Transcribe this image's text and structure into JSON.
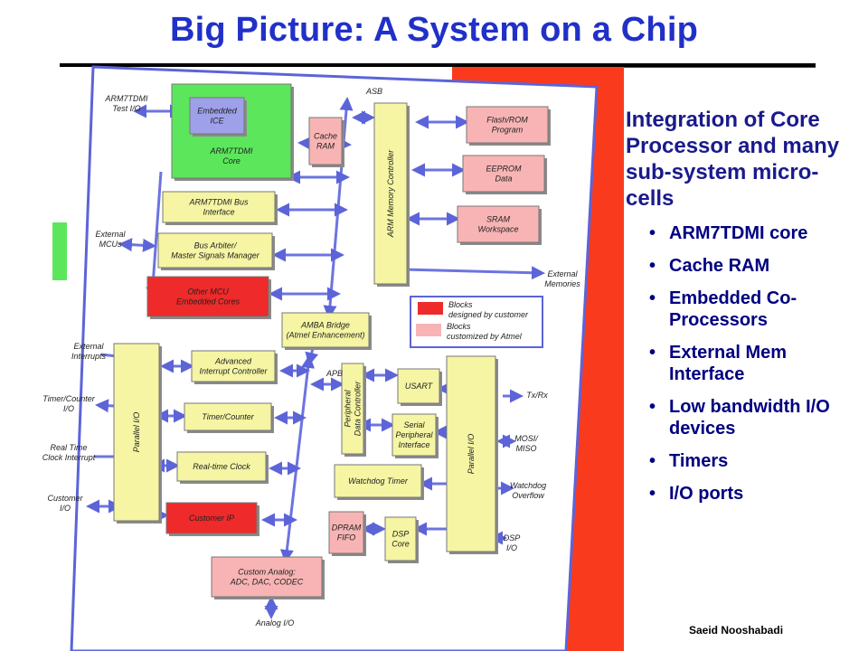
{
  "title": "Big Picture: A System on a Chip",
  "colors": {
    "title": "#2130c8",
    "customer_area": "#fa3a1c",
    "core_green": "#5ce65c",
    "yellow_block": "#f5f5a4",
    "red_block": "#ee2a2a",
    "pink_block": "#f8b4b4",
    "bus_arrow": "#6c74e0",
    "text_heading": "#1a1a8c"
  },
  "diagram": {
    "blocks": {
      "embedded_ice": [
        "Embedded",
        "ICE"
      ],
      "arm7tdmi_core": [
        "ARM7TDMI",
        "Core"
      ],
      "cache_ram": [
        "Cache",
        "RAM"
      ],
      "bus_interface": [
        "ARM7TDMI Bus",
        "Interface"
      ],
      "bus_arbiter": [
        "Bus Arbiter/",
        "Master Signals Manager"
      ],
      "other_mcu": [
        "Other MCU",
        "Embedded Cores"
      ],
      "memory_controller": "ARM Memory Controller",
      "flash_rom": [
        "Flash/ROM",
        "Program"
      ],
      "eeprom": [
        "EEPROM",
        "Data"
      ],
      "sram": [
        "SRAM",
        "Workspace"
      ],
      "amba_bridge": [
        "AMBA Bridge",
        "(Atmel Enhancement)"
      ],
      "interrupt_ctrl": [
        "Advanced",
        "Interrupt Controller"
      ],
      "timer_counter": "Timer/Counter",
      "rtc": "Real-time Clock",
      "customer_ip": "Customer IP",
      "custom_analog": [
        "Custom Analog:",
        "ADC, DAC, CODEC"
      ],
      "parallel_io_left": "Parallel I/O",
      "parallel_io_right": "Parallel I/O",
      "pdc": [
        "Peripheral",
        "Data Controller"
      ],
      "usart": "USART",
      "spi": [
        "Serial",
        "Peripheral",
        "Interface"
      ],
      "watchdog": "Watchdog Timer",
      "dpram": [
        "DPRAM",
        "FIFO"
      ],
      "dsp_core": [
        "DSP",
        "Core"
      ]
    },
    "labels": {
      "test_io": [
        "ARM7TDMI",
        "Test I/O"
      ],
      "external_mcus": [
        "External",
        "MCUs"
      ],
      "external_interrupts": [
        "External",
        "Interrupts"
      ],
      "timer_counter_io": [
        "Timer/Counter",
        "I/O"
      ],
      "rtc_interrupt": [
        "Real Time",
        "Clock Interrupt"
      ],
      "customer_io": [
        "Customer",
        "I/O"
      ],
      "analog_io": "Analog I/O",
      "asb": "ASB",
      "apb": "APB",
      "external_memories": [
        "External",
        "Memories"
      ],
      "txrx": "Tx/Rx",
      "mosi_miso": [
        "MOSI/",
        "MISO"
      ],
      "watchdog_overflow": [
        "Watchdog",
        "Overflow"
      ],
      "dsp_io": [
        "DSP",
        "I/O"
      ]
    },
    "legend": {
      "customer": [
        "Blocks",
        "designed by customer"
      ],
      "atmel": [
        "Blocks",
        "customized by Atmel"
      ]
    }
  },
  "side": {
    "heading": "Integration of Core Processor and many sub-system micro-cells",
    "bullets": [
      "ARM7TDMI core",
      "Cache RAM",
      "Embedded Co-Processors",
      "External Mem Interface",
      "Low bandwidth I/O devices",
      "Timers",
      "I/O ports"
    ]
  },
  "footer": "Saeid Nooshabadi"
}
